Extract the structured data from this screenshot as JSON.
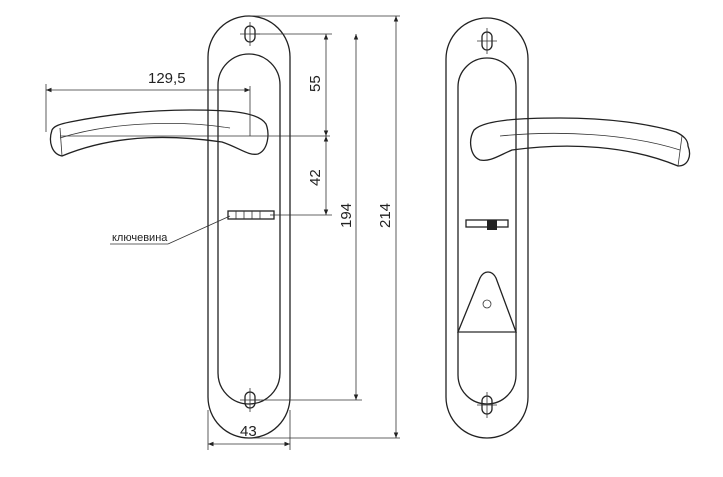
{
  "dimensions": {
    "lever_length": "129,5",
    "spindle_to_top_hole": "55",
    "spindle_to_keyhole": "42",
    "hole_center_distance": "194",
    "overall_height": "214",
    "plate_width": "43"
  },
  "labels": {
    "keyhole": "ключевина"
  }
}
